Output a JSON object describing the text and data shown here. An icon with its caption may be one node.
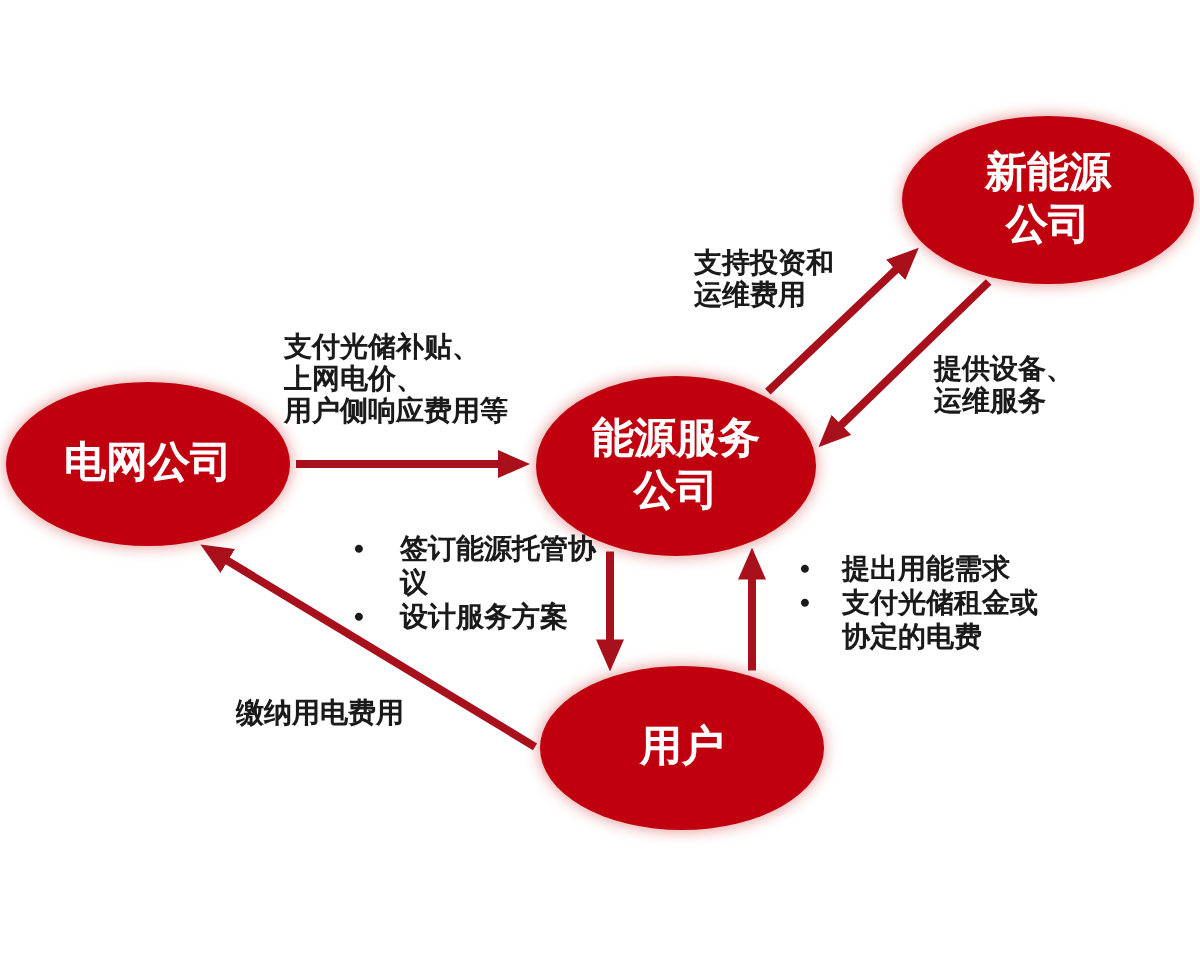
{
  "diagram": {
    "nodes": [
      {
        "text": [
          "新能源公司"
        ]
      },
      {
        "text": [
          "电网公司"
        ]
      },
      {
        "text": [
          "能源服务公司"
        ]
      },
      {
        "text": [
          "用户"
        ]
      }
    ],
    "edges": [
      {
        "from": 1,
        "to": 2,
        "arrow": "to",
        "label": "支付光储补贴、上网电价、用户侧响应费用等"
      },
      {
        "from": 2,
        "to": 0,
        "arrow": "to",
        "label": "支持投资和运维费用"
      },
      {
        "from": 0,
        "to": 2,
        "arrow": "to",
        "label": "提供设备、运维服务"
      },
      {
        "from": 2,
        "to": 3,
        "arrow": "to"
      },
      {
        "from": 3,
        "to": 2,
        "arrow": "to"
      },
      {
        "from": 3,
        "to": 1,
        "arrow": "to",
        "label": "缴纳用电费用"
      }
    ],
    "labels": [
      "•",
      "签订能源托管协议",
      "•",
      "设计服务方案",
      "•",
      "提出用能需求",
      "•",
      "支付光储租金或协定的电费"
    ]
  }
}
